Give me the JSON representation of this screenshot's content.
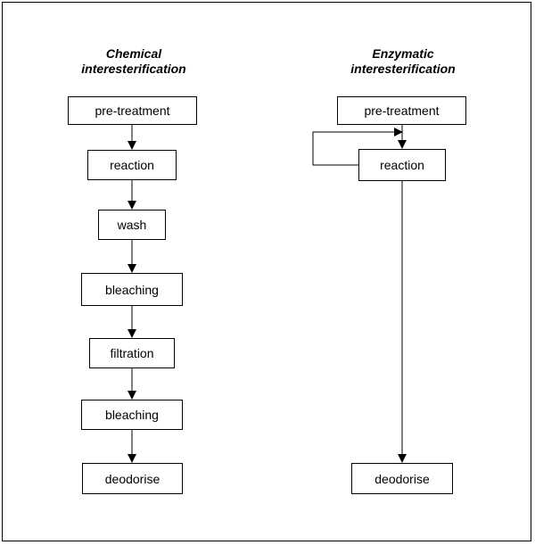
{
  "chemical": {
    "title_line1": "Chemical",
    "title_line2": "interesterification",
    "steps": [
      "pre-treatment",
      "reaction",
      "wash",
      "bleaching",
      "filtration",
      "bleaching",
      "deodorise"
    ]
  },
  "enzymatic": {
    "title_line1": "Enzymatic",
    "title_line2": "interesterification",
    "steps": [
      "pre-treatment",
      "reaction",
      "deodorise"
    ]
  }
}
